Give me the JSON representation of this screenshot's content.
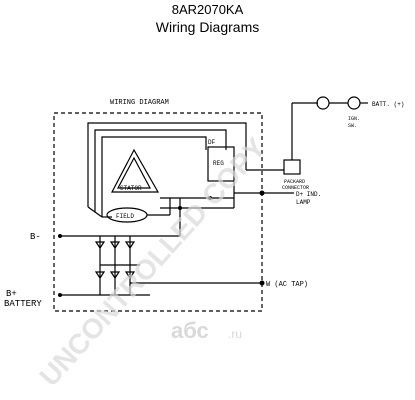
{
  "header": {
    "part_number": "8AR2070KA",
    "subtitle": "Wiring Diagrams"
  },
  "diagram": {
    "box_title": "WIRING DIAGRAM",
    "labels": {
      "stator": "STATOR",
      "field": "FIELD",
      "reg": "REG",
      "df": "DF",
      "batt": "BATT. (+)",
      "ign_sw_1": "IGN.",
      "ign_sw_2": "SW.",
      "packard_1": "PACKARD",
      "packard_2": "CONNECTOR",
      "d_plus_1": "D+ IND.",
      "d_plus_2": "LAMP",
      "b_minus": "B-",
      "w_ac_tap": "W (AC TAP)",
      "b_plus": "B+",
      "battery": "BATTERY"
    }
  },
  "watermark": {
    "main": "UNCONTROLLED COPY",
    "logo": "aбс",
    "logo_suffix": ".ru"
  }
}
